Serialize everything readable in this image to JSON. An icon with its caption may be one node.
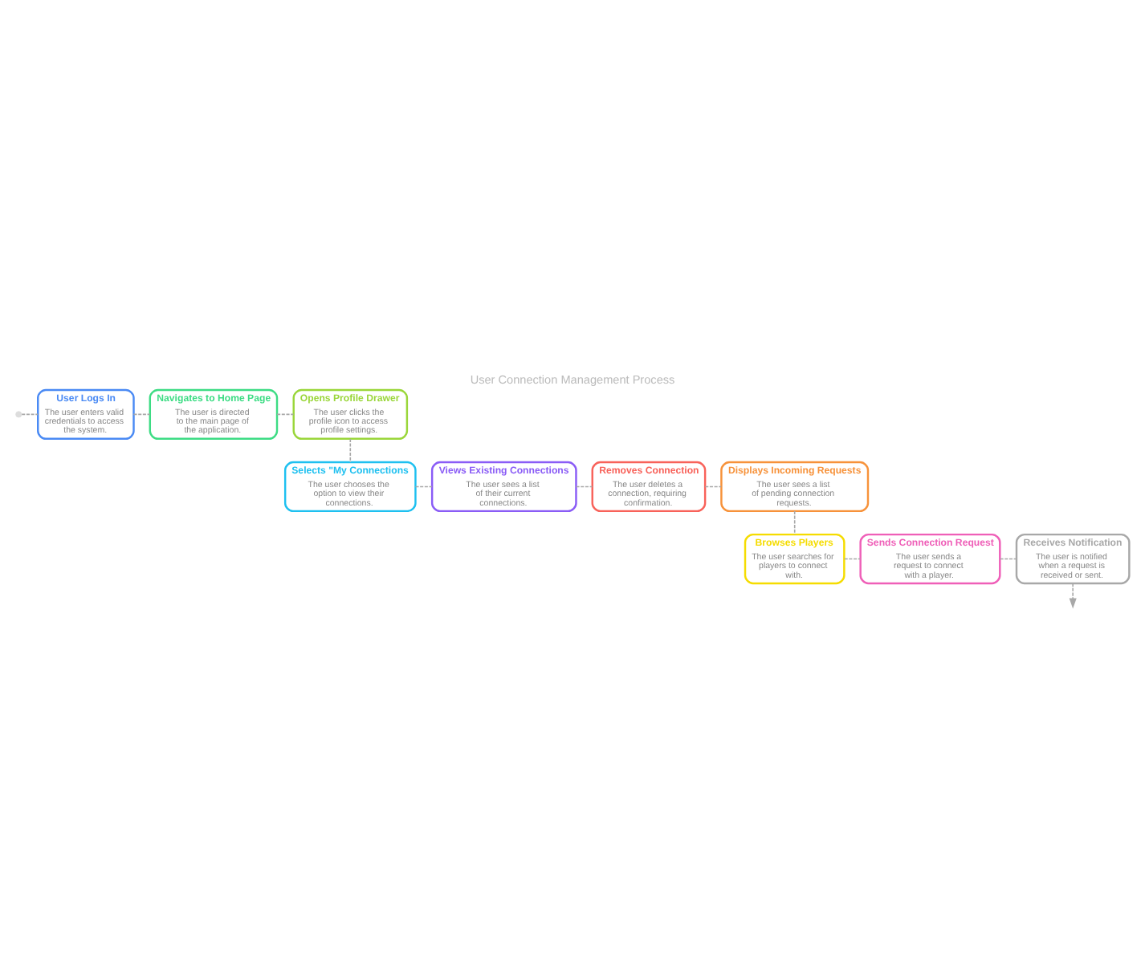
{
  "diagram": {
    "title": "User Connection Management Process",
    "nodes": [
      {
        "text": [],
        "shape": "circle"
      },
      {
        "text": [
          "User Logs In",
          "The user enters valid credentials to access the system."
        ]
      },
      {
        "text": [
          "Navigates to Home Page",
          "The user is directed to the main page of the application."
        ]
      },
      {
        "text": [
          "Opens Profile Drawer",
          "The user clicks the profile icon to access profile settings."
        ]
      },
      {
        "text": [
          "Selects \"My Connections",
          "The user chooses the option to view their connections."
        ]
      },
      {
        "text": [
          "Views Existing Connections",
          "The user sees a list of their current connections."
        ]
      },
      {
        "text": [
          "Removes Connection",
          "The user deletes a connection, requiring confirmation."
        ]
      },
      {
        "text": [
          "Displays Incoming Requests",
          "The user sees a list of pending connection requests."
        ]
      },
      {
        "text": [
          "Browses Players",
          "The user searches for players to connect with."
        ]
      },
      {
        "text": [
          "Sends Connection Request",
          "The user sends a request to connect with a player."
        ]
      },
      {
        "text": [
          "Receives Notification",
          "The user is notified when a request is received or sent."
        ]
      }
    ],
    "edges": [
      {
        "from": 0,
        "to": 1,
        "arrow": "none",
        "style": "dashed"
      },
      {
        "from": 1,
        "to": 2,
        "arrow": "none",
        "style": "dashed"
      },
      {
        "from": 2,
        "to": 3,
        "arrow": "none",
        "style": "dashed"
      },
      {
        "from": 3,
        "to": 4,
        "arrow": "none",
        "style": "dashed"
      },
      {
        "from": 4,
        "to": 5,
        "arrow": "none",
        "style": "dashed"
      },
      {
        "from": 5,
        "to": 6,
        "arrow": "none",
        "style": "dashed"
      },
      {
        "from": 6,
        "to": 7,
        "arrow": "none",
        "style": "dashed"
      },
      {
        "from": 7,
        "to": 8,
        "arrow": "none",
        "style": "dashed"
      },
      {
        "from": 8,
        "to": 9,
        "arrow": "none",
        "style": "dashed"
      },
      {
        "from": 9,
        "to": 10,
        "arrow": "none",
        "style": "dashed"
      },
      {
        "from": 10,
        "to": null,
        "arrow": "to",
        "style": "dashed"
      }
    ]
  }
}
